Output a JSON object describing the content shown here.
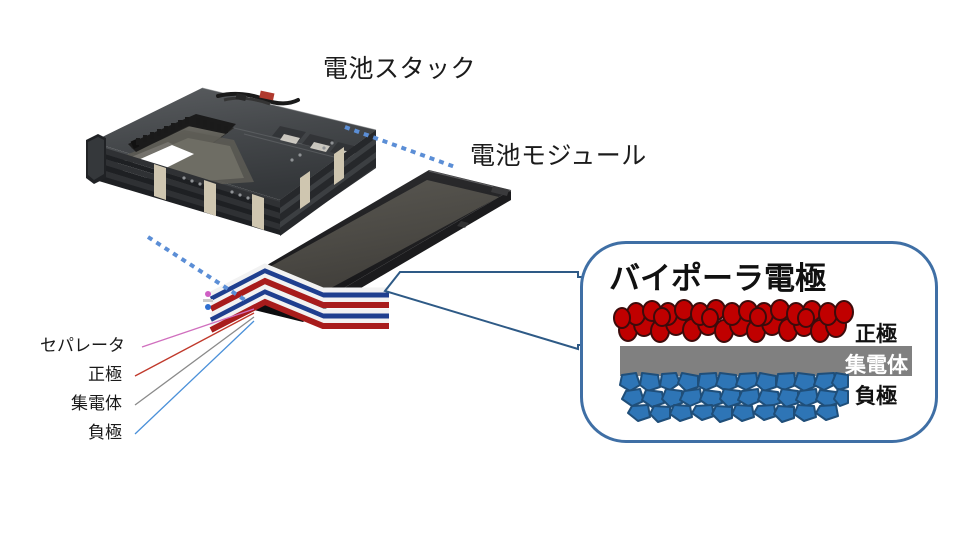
{
  "figure": {
    "title_internal": "bipolar-battery-structure-diagram",
    "background_color": "#ffffff"
  },
  "photo_labels": {
    "battery_stack": "電池スタック",
    "battery_module": "電池モジュール"
  },
  "layer_labels": {
    "separator": "セパレータ",
    "positive_electrode": "正極",
    "current_collector": "集電体",
    "negative_electrode": "負極"
  },
  "leader_line_colors": {
    "separator": "#d06fbe",
    "positive_electrode": "#c0392b",
    "current_collector": "#8a8a8a",
    "negative_electrode": "#4a90d9"
  },
  "callout": {
    "title": "バイポーラ電極",
    "border_color": "#3f6fa5",
    "labels": {
      "positive": "正極",
      "collector": "集電体",
      "negative": "負極"
    },
    "colors": {
      "positive_particle_fill": "#c00000",
      "positive_particle_stroke": "#3d0b0b",
      "collector_bar": "#808080",
      "negative_particle_fill": "#2e75b6",
      "negative_particle_stroke": "#1f4e79",
      "collector_label_text": "#ffffff"
    }
  },
  "connector": {
    "dotted_line_color": "#5b8ed6",
    "callout_pointer_color": "#2e5a86"
  },
  "module_stripes": {
    "order": [
      "white",
      "blue",
      "white",
      "red",
      "white",
      "blue",
      "white",
      "red"
    ],
    "white": "#f2f2f2",
    "blue": "#1f3f8f",
    "red": "#a81c1c"
  }
}
